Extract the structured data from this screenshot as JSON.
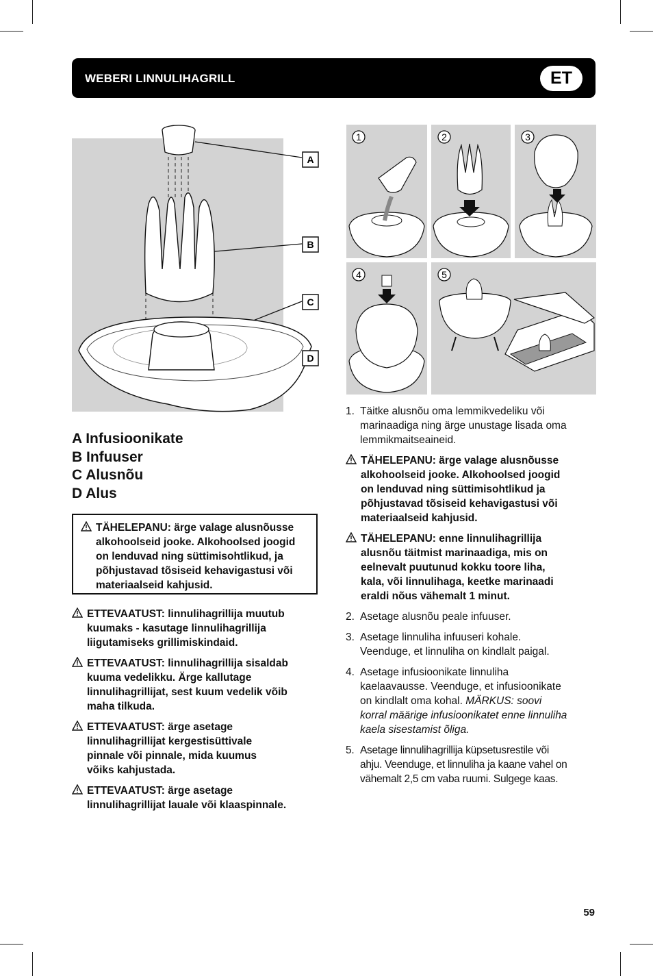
{
  "header": {
    "title": "WEBERI LINNULIHAGRILL",
    "language_badge": "ET"
  },
  "diagram": {
    "callouts": [
      "A",
      "B",
      "C",
      "D"
    ]
  },
  "parts_list": [
    "A Infusioonikate",
    "B Infuuser",
    "C Alusnõu",
    "D Alus"
  ],
  "boxed_warning": {
    "lines": [
      "TÄHELEPANU: ärge valage alusnõusse",
      "alkohoolseid jooke. Alkohoolsed joogid",
      "on lenduvad ning süttimisohtlikud, ja",
      "põhjustavad tõsiseid kehavigastusi või",
      "materiaalseid kahjusid."
    ]
  },
  "cautions": [
    {
      "lines": [
        "ETTEVAATUST: linnulihagrillija muutub",
        "kuumaks - kasutage linnulihagrillija",
        "liigutamiseks grillimiskindaid."
      ]
    },
    {
      "lines": [
        "ETTEVAATUST: linnulihagrillija sisaldab",
        "kuuma vedelikku. Ärge kallutage",
        "linnulihagrillijat, sest kuum vedelik võib",
        "maha tilkuda."
      ]
    },
    {
      "lines": [
        "ETTEVAATUST: ärge asetage",
        "linnulihagrillijat kergestisüttivale",
        "pinnale või pinnale, mida kuumus",
        "võiks kahjustada."
      ]
    },
    {
      "lines": [
        "ETTEVAATUST: ärge asetage",
        "linnulihagrillijat lauale või klaaspinnale."
      ]
    }
  ],
  "step_panels": [
    "1",
    "2",
    "3",
    "4",
    "5"
  ],
  "steps": {
    "s1": {
      "num": "1.",
      "lines": [
        "Täitke alusnõu oma lemmikvedeliku või",
        "marinaadiga ning ärge unustage lisada oma",
        "lemmikmaitseaineid."
      ]
    },
    "warn1": {
      "lines": [
        "TÄHELEPANU: ärge valage alusnõusse",
        "alkohoolseid jooke. Alkohoolsed joogid",
        "on lenduvad ning süttimisohtlikud ja",
        "põhjustavad tõsiseid kehavigastusi või",
        "materiaalseid kahjusid."
      ]
    },
    "warn2": {
      "lines": [
        "TÄHELEPANU: enne linnulihagrillija",
        "alusnõu täitmist marinaadiga, mis on",
        "eelnevalt puutunud kokku toore liha,",
        "kala, või linnulihaga, keetke marinaadi",
        "eraldi nõus vähemalt 1 minut."
      ]
    },
    "s2": {
      "num": "2.",
      "lines": [
        "Asetage alusnõu peale infuuser."
      ]
    },
    "s3": {
      "num": "3.",
      "lines": [
        "Asetage linnuliha infuuseri kohale.",
        "Veenduge, et linnuliha on kindlalt paigal."
      ]
    },
    "s4": {
      "num": "4.",
      "lines": [
        "Asetage infusioonikate linnuliha",
        "kaelaavausse. Veenduge, et infusioonikate",
        "on kindlalt oma kohal."
      ],
      "note_lines": [
        "MÄRKUS: soovi",
        "korral määrige infusioonikatet enne linnuliha",
        "kaela sisestamist õliga."
      ]
    },
    "s5": {
      "num": "5.",
      "lines": [
        "Asetage linnulihagrillija küpsetusrestile või",
        "ahju. Veenduge, et linnuliha ja kaane vahel on",
        "vähemalt 2,5 cm vaba ruumi. Sulgege kaas."
      ]
    }
  },
  "page_number": "59",
  "colors": {
    "panel_gray": "#d3d3d3",
    "header_bg": "#000000"
  }
}
